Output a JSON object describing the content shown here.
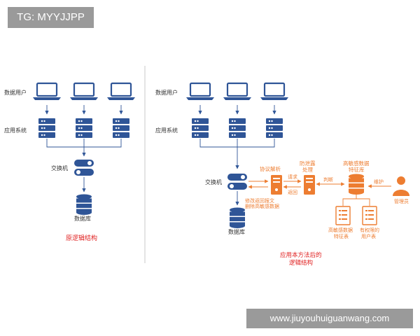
{
  "watermark": {
    "tag": "TG: MYYJJPP",
    "site": "www.jiuyouhuiguanwang.com"
  },
  "colors": {
    "blue": "#2f5597",
    "orange": "#ed7d31",
    "red": "#e02020",
    "gray": "#9a9a9a"
  },
  "left": {
    "users_label": "数据用户",
    "apps_label": "应用系统",
    "switch_label": "交换机",
    "db_label": "数据库",
    "caption": "原逻辑结构"
  },
  "right": {
    "users_label": "数据用户",
    "apps_label": "应用系统",
    "switch_label": "交换机",
    "db_label": "数据库",
    "protocol": "协议解析",
    "request": "请求",
    "return": "返回",
    "modify_1": "修改返回报文",
    "modify_2": "删除高敏感数据",
    "leak_1": "防泄露",
    "leak_2": "处理",
    "judge": "判断",
    "sens_db_1": "高敏感数据",
    "sens_db_2": "特征库",
    "maintain": "维护",
    "admin": "管理员",
    "feature_1": "高敏感数据",
    "feature_2": "特征表",
    "perm_1": "有权限的",
    "perm_2": "用户表",
    "caption_1": "应用本方法后的",
    "caption_2": "逻辑结构"
  }
}
